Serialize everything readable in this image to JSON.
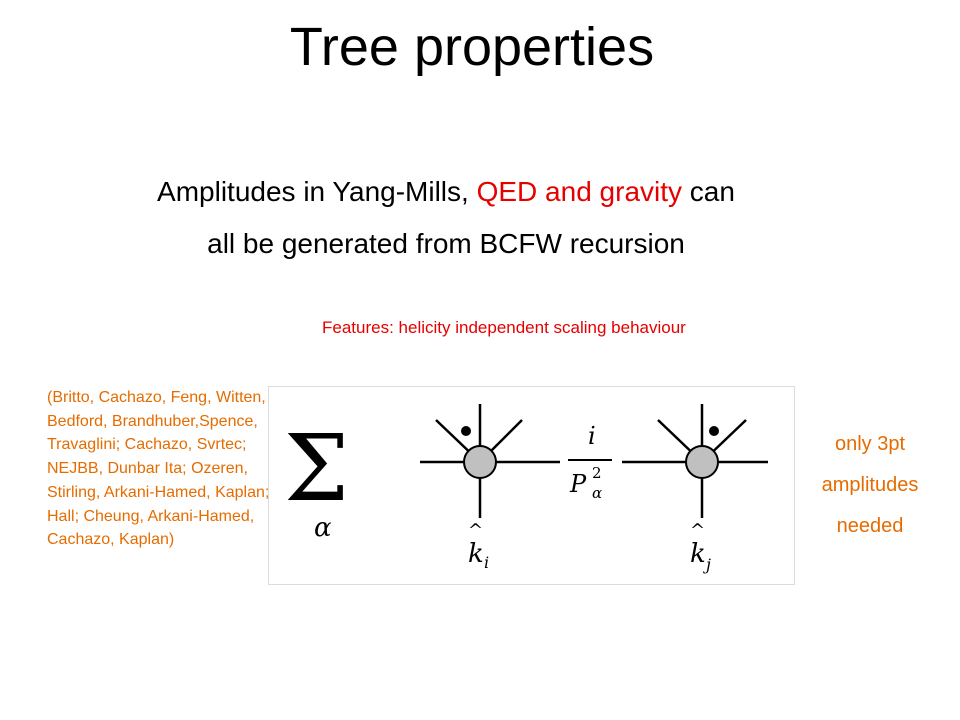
{
  "slide": {
    "title": "Tree properties",
    "subtitle": {
      "line1_a": "Amplitudes in Yang-Mills, ",
      "line1_b": "QED and gravity",
      "line1_c": " can",
      "line2": "all be generated from BCFW recursion"
    },
    "features": "Features: helicity independent scaling behaviour",
    "references": "(Britto, Cachazo, Feng, Witten, Bedford, Brandhuber,Spence, Travaglini; Cachazo, Svrtec; NEJBB, Dunbar Ita; Ozeren, Stirling, Arkani-Hamed, Kaplan; Hall; Cheung, Arkani-Hamed, Cachazo, Kaplan)",
    "note": {
      "line1": "only 3pt",
      "line2": "amplitudes",
      "line3": "needed"
    },
    "formula": {
      "sum": "Σ",
      "sum_index": "α",
      "numerator": "i",
      "denominator_base": "P",
      "denominator_sup": "2",
      "denominator_sub": "α",
      "left_momentum": "k",
      "left_momentum_sub": "i",
      "right_momentum": "k",
      "right_momentum_sub": "j",
      "hat": "^"
    },
    "colors": {
      "text": "#000000",
      "accent": "#e60000",
      "orange": "#e66c00",
      "vertex_fill": "#c0c0c0",
      "diagram_border": "#dcdcdc"
    }
  }
}
